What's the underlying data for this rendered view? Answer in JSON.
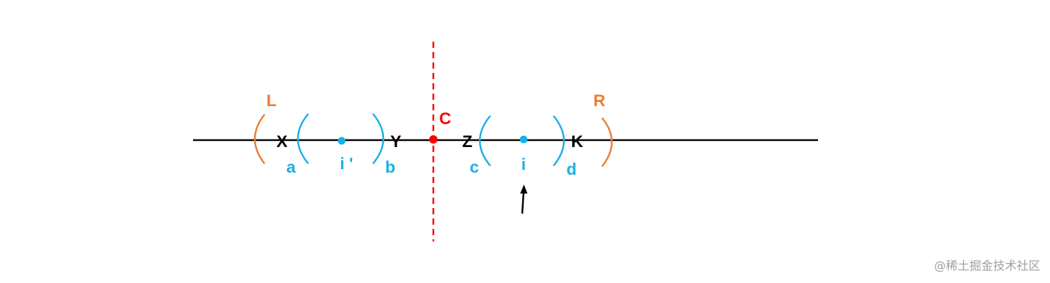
{
  "colors": {
    "axis": "#000000",
    "center": "#ff0000",
    "outer_bracket": "#ed7d31",
    "inner_bracket": "#1ab0e8",
    "watermark": "#a0a0a0"
  },
  "labels": {
    "L": "L",
    "R": "R",
    "C": "C",
    "X": "X",
    "Y": "Y",
    "Z": "Z",
    "K": "K",
    "a": "a",
    "b": "b",
    "c": "c",
    "d": "d",
    "i_mirror": "i '",
    "i": "i"
  },
  "watermark": "@稀土掘金技术社区"
}
